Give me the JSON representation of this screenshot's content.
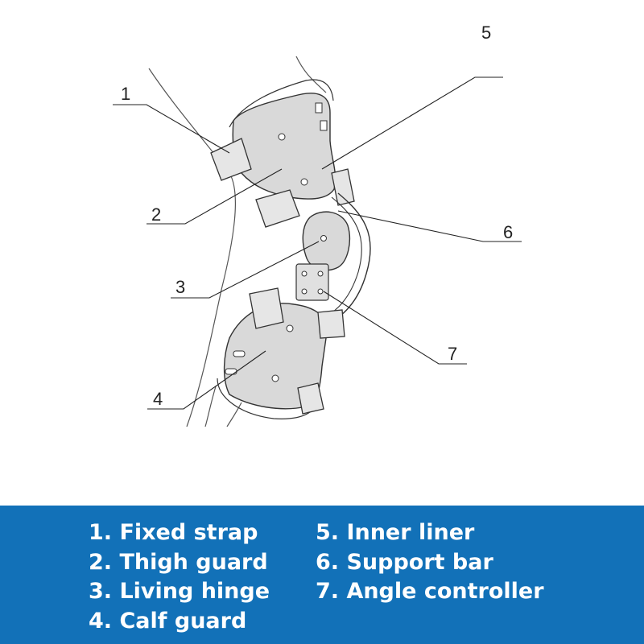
{
  "diagram": {
    "callouts": [
      {
        "number": "1"
      },
      {
        "number": "2"
      },
      {
        "number": "3"
      },
      {
        "number": "4"
      },
      {
        "number": "5"
      },
      {
        "number": "6"
      },
      {
        "number": "7"
      }
    ]
  },
  "legend": {
    "left_items": [
      "1. Fixed strap",
      "2. Thigh guard",
      "3. Living hinge",
      "4. Calf guard"
    ],
    "right_items": [
      "5. Inner liner",
      "6. Support bar",
      "7. Angle controller"
    ]
  },
  "colors": {
    "legend_background": "#1271b8",
    "legend_text": "#ffffff",
    "brace_fill": "#d9d9d9",
    "line": "#333333"
  }
}
